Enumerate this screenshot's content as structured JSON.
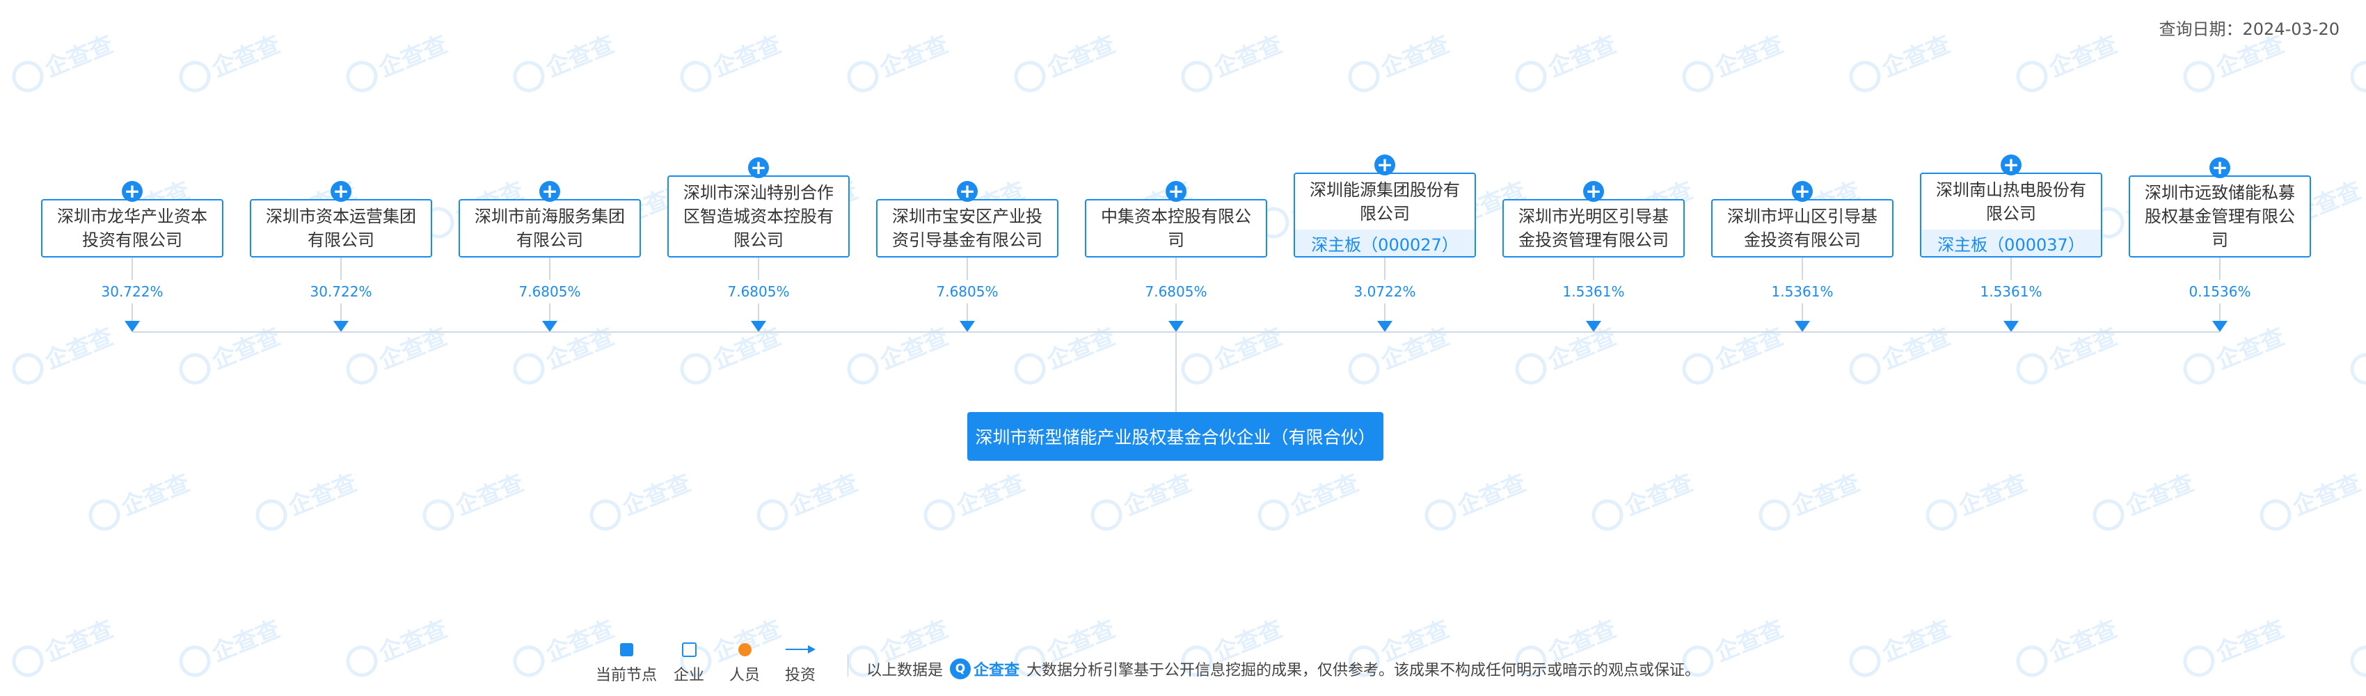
{
  "header": {
    "query_date": "查询日期：2024-03-20"
  },
  "shareholders": [
    {
      "name": "深圳市龙华产业资本投资有限公司",
      "percent": "30.722%",
      "tag": ""
    },
    {
      "name": "深圳市资本运营集团有限公司",
      "percent": "30.722%",
      "tag": ""
    },
    {
      "name": "深圳市前海服务集团有限公司",
      "percent": "7.6805%",
      "tag": ""
    },
    {
      "name": "深圳市深汕特别合作区智造城资本控股有限公司",
      "percent": "7.6805%",
      "tag": ""
    },
    {
      "name": "深圳市宝安区产业投资引导基金有限公司",
      "percent": "7.6805%",
      "tag": ""
    },
    {
      "name": "中集资本控股有限公司",
      "percent": "7.6805%",
      "tag": ""
    },
    {
      "name": "深圳能源集团股份有限公司",
      "percent": "3.0722%",
      "tag": "深主板（000027）"
    },
    {
      "name": "深圳市光明区引导基金投资管理有限公司",
      "percent": "1.5361%",
      "tag": ""
    },
    {
      "name": "深圳市坪山区引导基金投资有限公司",
      "percent": "1.5361%",
      "tag": ""
    },
    {
      "name": "深圳南山热电股份有限公司",
      "percent": "1.5361%",
      "tag": "深主板（000037）"
    },
    {
      "name": "深圳市远致储能私募股权基金管理有限公司",
      "percent": "0.1536%",
      "tag": ""
    }
  ],
  "expand_symbol": "+",
  "target": {
    "name": "深圳市新型储能产业股权基金合伙企业（有限合伙）"
  },
  "legend": {
    "current_node": "当前节点",
    "company": "企业",
    "person": "人员",
    "investment": "投资"
  },
  "footer": {
    "prefix": "以上数据是",
    "brand_logo_text": "企查查",
    "suffix": "大数据分析引擎基于公开信息挖掘的成果，仅供参考。该成果不构成任何明示或暗示的观点或保证。"
  },
  "watermark_text": "企查查",
  "colors": {
    "accent": "#1a8cf0",
    "tag_bg": "#e6f3ff",
    "person": "#f58b1f",
    "line": "#cfd8e3"
  }
}
